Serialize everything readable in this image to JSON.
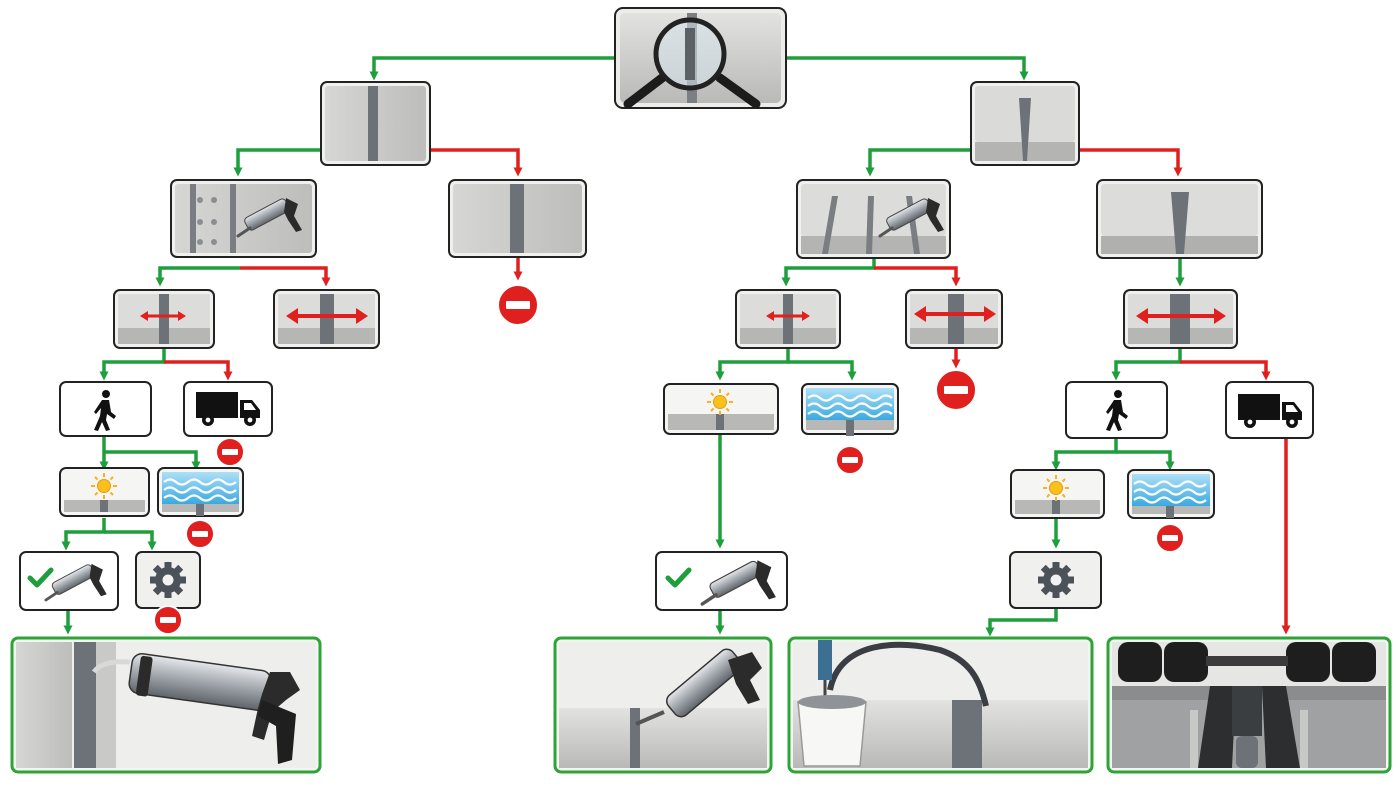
{
  "colors": {
    "yes_path": "#1e9e3c",
    "no_path": "#e0201e",
    "final_border": "#2da536",
    "concrete": "#c8c8c6",
    "sealant": "#6d7278",
    "water": "#2fa3de",
    "sun": "#f6b21a"
  },
  "nodes": [
    {
      "name": "inspect-joint-start",
      "icon": "magnifier-icon"
    },
    {
      "name": "vertical-wall-joint",
      "icon": "wall-joint-icon"
    },
    {
      "name": "horizontal-floor-joint",
      "icon": "floor-joint-icon"
    },
    {
      "name": "wall-gun-sealable",
      "icon": "caulking-gun-icon"
    },
    {
      "name": "wall-not-gun-sealable",
      "icon": "wall-joint-icon"
    },
    {
      "name": "wall-small-movement",
      "icon": "small-movement-icon"
    },
    {
      "name": "wall-large-movement",
      "icon": "large-movement-icon"
    },
    {
      "name": "wall-pedestrian-traffic",
      "icon": "pedestrian-icon"
    },
    {
      "name": "wall-vehicle-traffic",
      "icon": "truck-icon"
    },
    {
      "name": "wall-dry-conditions",
      "icon": "sun-icon"
    },
    {
      "name": "wall-water-immersion",
      "icon": "water-icon"
    },
    {
      "name": "wall-gun-grade-approved",
      "icon": "checkmark-gun-icon"
    },
    {
      "name": "wall-machine-applied",
      "icon": "gear-icon"
    },
    {
      "name": "floor-gun-sealable",
      "icon": "caulking-gun-icon"
    },
    {
      "name": "floor-wide-joint",
      "icon": "floor-joint-icon"
    },
    {
      "name": "floor-small-movement",
      "icon": "small-movement-icon"
    },
    {
      "name": "floor-large-movement",
      "icon": "large-movement-icon"
    },
    {
      "name": "floor-dry-conditions",
      "icon": "sun-icon"
    },
    {
      "name": "floor-water-immersion",
      "icon": "water-icon"
    },
    {
      "name": "floor-gun-grade-approved",
      "icon": "checkmark-gun-icon"
    },
    {
      "name": "wide-large-movement",
      "icon": "large-movement-icon"
    },
    {
      "name": "wide-pedestrian-traffic",
      "icon": "pedestrian-icon"
    },
    {
      "name": "wide-vehicle-traffic",
      "icon": "truck-icon"
    },
    {
      "name": "wide-dry-conditions",
      "icon": "sun-icon"
    },
    {
      "name": "wide-water-immersion",
      "icon": "water-icon"
    },
    {
      "name": "wide-machine-applied",
      "icon": "gear-icon"
    }
  ],
  "results": [
    {
      "name": "result-gun-applied-wall-sealant",
      "icon": "caulking-gun-icon"
    },
    {
      "name": "result-gun-applied-floor-sealant",
      "icon": "caulking-gun-icon"
    },
    {
      "name": "result-pourable-mixed-sealant",
      "icon": "mixer-bucket-icon"
    },
    {
      "name": "result-traffic-expansion-profile",
      "icon": "expansion-profile-icon"
    }
  ],
  "stop_markers": {
    "icon": "no-entry-icon",
    "meaning": "not suitable"
  }
}
